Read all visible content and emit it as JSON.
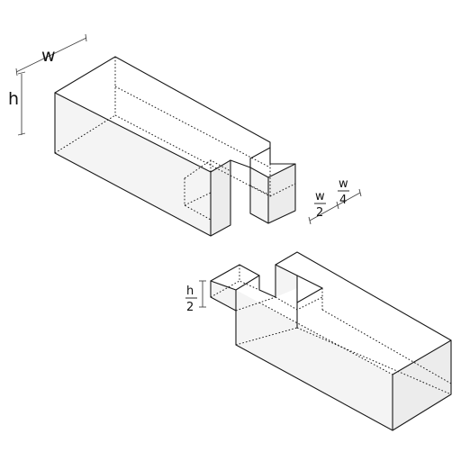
{
  "dimensions": {
    "width_label": "w",
    "height_label": "h",
    "half_width": {
      "numerator": "w",
      "denominator": "2"
    },
    "quarter_width": {
      "numerator": "w",
      "denominator": "4"
    },
    "half_height": {
      "numerator": "h",
      "denominator": "2"
    }
  }
}
